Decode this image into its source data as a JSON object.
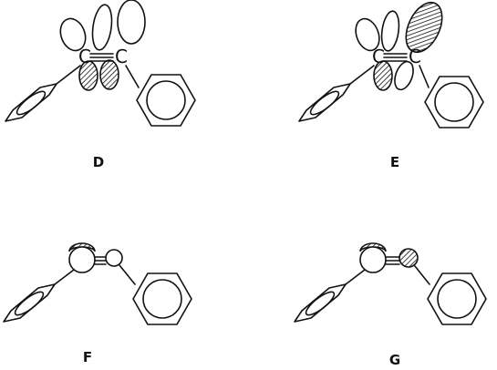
{
  "panels": [
    {
      "id": "D",
      "label": "D",
      "atom_left": "C",
      "atom_right": "C"
    },
    {
      "id": "E",
      "label": "E",
      "atom_left": "C",
      "atom_right": "C"
    },
    {
      "id": "F",
      "label": "F"
    },
    {
      "id": "G",
      "label": "G"
    }
  ],
  "colors": {
    "line": "#111111",
    "background": "#ffffff"
  },
  "icons": {
    "hatched_lobe": "hatched-orbital-lobe",
    "open_lobe": "open-orbital-lobe",
    "benzene": "benzene-ring"
  }
}
